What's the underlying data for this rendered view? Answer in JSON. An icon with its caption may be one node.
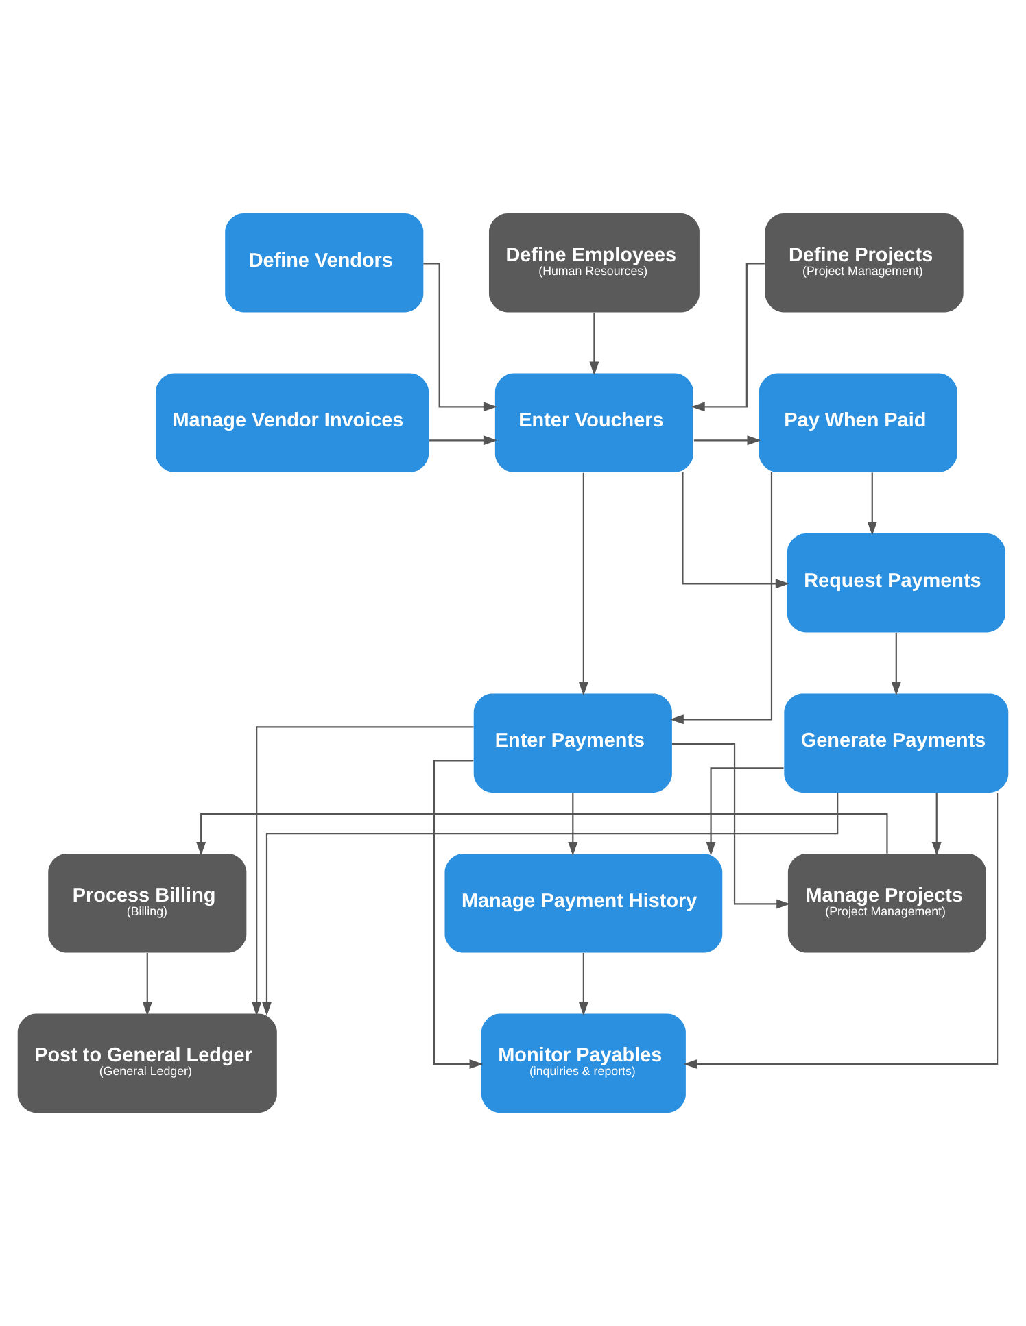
{
  "diagram": {
    "nodes": [
      {
        "text": [
          "Define Vendors"
        ]
      },
      {
        "text": [
          "Define Employees",
          "(Human Resources)"
        ]
      },
      {
        "text": [
          "Define Projects",
          "(Project Management)"
        ]
      },
      {
        "text": [
          "Manage Vendor Invoices"
        ]
      },
      {
        "text": [
          "Enter Vouchers"
        ]
      },
      {
        "text": [
          "Pay When Paid"
        ]
      },
      {
        "text": [
          "Request Payments"
        ]
      },
      {
        "text": [
          "Generate Payments"
        ]
      },
      {
        "text": [
          "Enter Payments"
        ]
      },
      {
        "text": [
          "Manage Payment History"
        ]
      },
      {
        "text": [
          "Manage Projects",
          "(Project Management)"
        ]
      },
      {
        "text": [
          "Process Billing",
          "(Billing)"
        ]
      },
      {
        "text": [
          "Post to General Ledger",
          "(General Ledger)"
        ]
      },
      {
        "text": [
          "Monitor Payables",
          "(inquiries & reports)"
        ]
      }
    ],
    "edges": [
      {
        "from": 0,
        "to": 4,
        "arrow": "to"
      },
      {
        "from": 1,
        "to": 4,
        "arrow": "to"
      },
      {
        "from": 2,
        "to": 4,
        "arrow": "to"
      },
      {
        "from": 3,
        "to": 4,
        "arrow": "to"
      },
      {
        "from": 4,
        "to": 5,
        "arrow": "to"
      },
      {
        "from": 4,
        "to": 6,
        "arrow": "to"
      },
      {
        "from": 4,
        "to": 8,
        "arrow": "to"
      },
      {
        "from": 5,
        "to": 6,
        "arrow": "to"
      },
      {
        "from": 5,
        "to": 8,
        "arrow": "to"
      },
      {
        "from": 6,
        "to": 7,
        "arrow": "to"
      },
      {
        "from": 7,
        "to": 9,
        "arrow": "to"
      },
      {
        "from": 7,
        "to": 10,
        "arrow": "to"
      },
      {
        "from": 7,
        "to": 12,
        "arrow": "to"
      },
      {
        "from": 7,
        "to": 13,
        "arrow": "to"
      },
      {
        "from": 8,
        "to": 9,
        "arrow": "to"
      },
      {
        "from": 8,
        "to": 10,
        "arrow": "to"
      },
      {
        "from": 8,
        "to": 12,
        "arrow": "to"
      },
      {
        "from": 8,
        "to": 13,
        "arrow": "to"
      },
      {
        "from": 9,
        "to": 13,
        "arrow": "to"
      },
      {
        "from": 10,
        "to": 11,
        "arrow": "to"
      },
      {
        "from": 11,
        "to": 12,
        "arrow": "to"
      }
    ]
  }
}
